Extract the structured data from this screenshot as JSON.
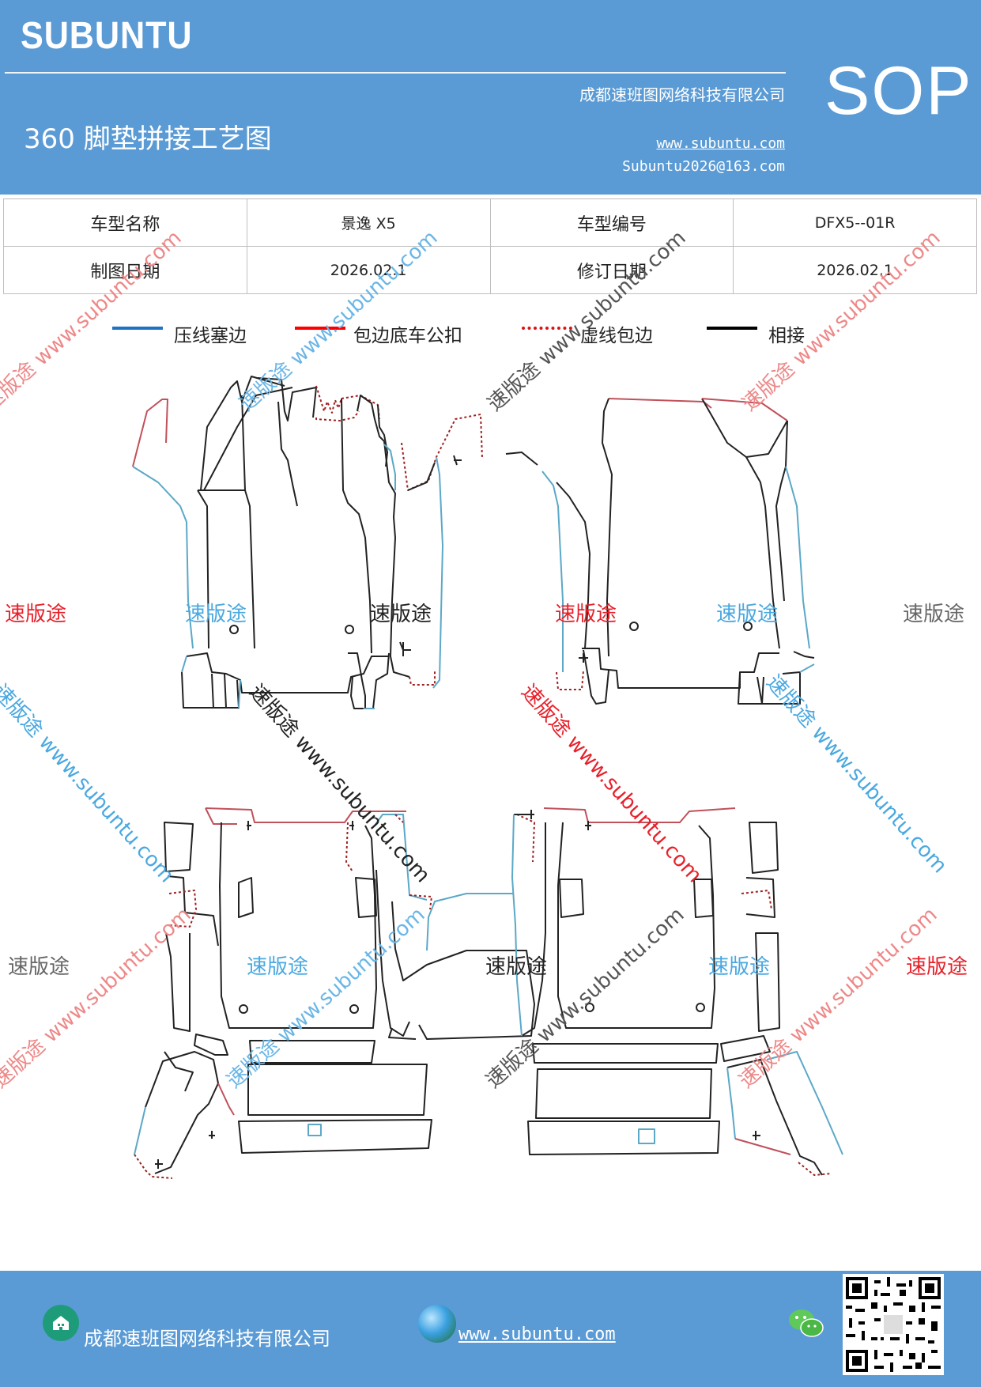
{
  "header": {
    "brand": "SUBUNTU",
    "company": "成都速班图网络科技有限公司",
    "title": "360 脚垫拼接工艺图",
    "url": "www.subuntu.com",
    "email": "Subuntu2026@163.com",
    "badge": "SOP"
  },
  "info": {
    "rows": [
      {
        "label1": "车型名称",
        "value1": "景逸 X5",
        "label2": "车型编号",
        "value2": "DFX5--01R"
      },
      {
        "label1": "制图日期",
        "value1": "2026.02.1",
        "label2": "修订日期",
        "value2": "2026.02.1"
      }
    ]
  },
  "legend": {
    "items": [
      {
        "label": "压线塞边",
        "color": "#1f72c4",
        "style": "solid"
      },
      {
        "label": "包边底车公扣",
        "color": "#ff0000",
        "style": "solid"
      },
      {
        "label": "虚线包边",
        "color": "#e01010",
        "style": "dotted"
      },
      {
        "label": "相接",
        "color": "#000000",
        "style": "solid"
      }
    ]
  },
  "watermarks": {
    "brand_cn": "速版途",
    "brand_url": "www.subuntu.com"
  },
  "footer": {
    "company": "成都速班图网络科技有限公司",
    "url": "www.subuntu.com"
  },
  "colors": {
    "header_bg": "#5b9bd5",
    "blue_line": "#5ba8c8",
    "red_line": "#c0505a",
    "dashed_red": "#a02020",
    "black_line": "#222222"
  }
}
